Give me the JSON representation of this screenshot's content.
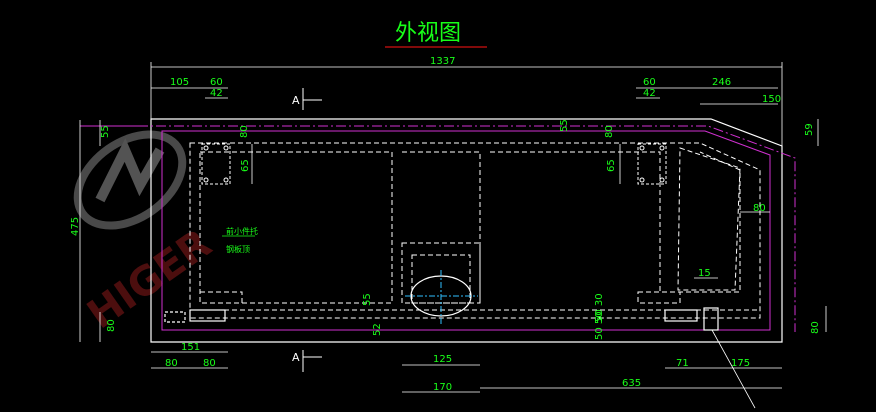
{
  "drawing": {
    "title": "外视图",
    "section_marks": [
      "A",
      "A"
    ],
    "note_lines": [
      "前小件托",
      "钢板顶"
    ],
    "watermark": "HIGER",
    "dimensions": {
      "overall_width": "1337",
      "left_105": "105",
      "left_60": "60",
      "left_42": "42",
      "right_60": "60",
      "right_42": "42",
      "right_246": "246",
      "right_150": "150",
      "right_59": "59",
      "left_55": "55",
      "left_475": "475",
      "left_80": "80",
      "hole_80_a": "80",
      "hole_65_a": "65",
      "hole_80_b": "80",
      "hole_65_b": "65",
      "inner_55": "55",
      "inner_80_r": "80",
      "dim_15": "15",
      "right_80": "80",
      "c_55": "55",
      "c_52": "52",
      "c_50_30": "50 30",
      "c_50_50": "50 50",
      "bot_151": "151",
      "bot_80_a": "80",
      "bot_80_b": "80",
      "bot_125": "125",
      "bot_170": "170",
      "bot_635": "635",
      "bot_71": "71",
      "bot_175": "175"
    }
  }
}
